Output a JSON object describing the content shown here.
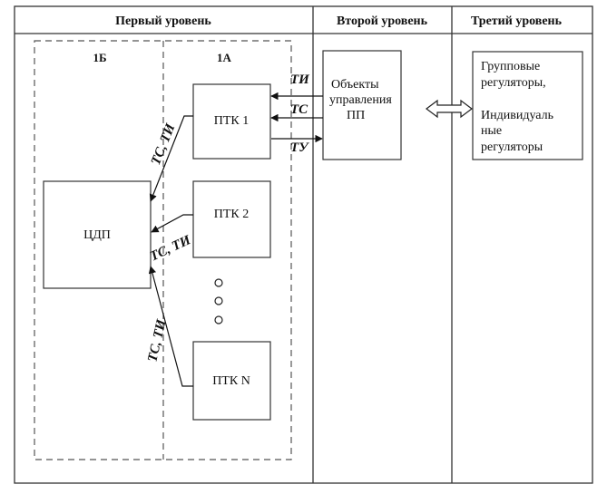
{
  "levels": {
    "first": "Первый уровень",
    "second": "Второй уровень",
    "third": "Третий уровень"
  },
  "sublevels": {
    "b": "1Б",
    "a": "1А"
  },
  "boxes": {
    "cdp": "ЦДП",
    "ptk1": "ПТК 1",
    "ptk2": "ПТК 2",
    "ptkn": "ПТК N",
    "objects": [
      "Объекты",
      "управления",
      "ПП"
    ],
    "regulators": [
      "Групповые",
      "регуляторы,",
      "",
      "Индивидуаль",
      "ные",
      "регуляторы"
    ]
  },
  "signals": {
    "ti": "ТИ",
    "ts": "ТС",
    "tu": "ТУ",
    "ts_ti_1": "ТС, ТИ",
    "ts_ti_2": "ТС, ТИ",
    "ts_ti_n": "ТС, ТИ"
  }
}
